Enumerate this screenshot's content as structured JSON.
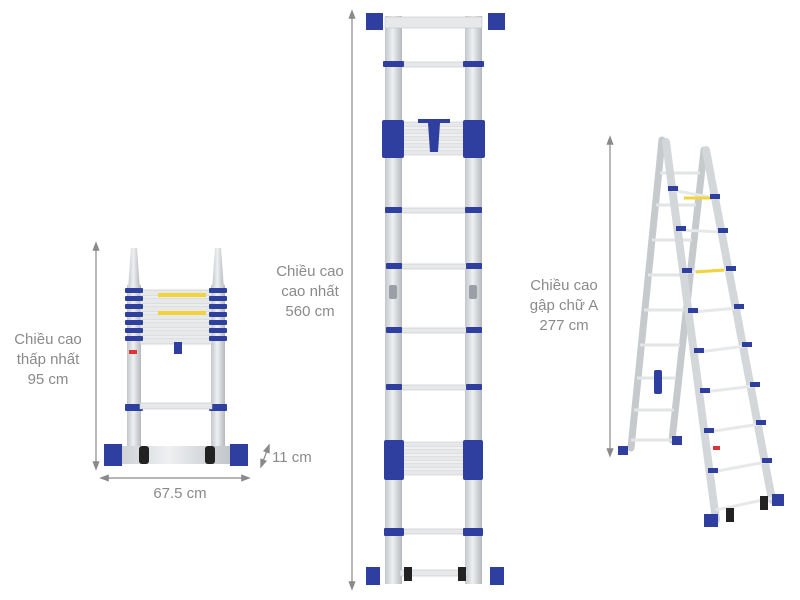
{
  "diagram": {
    "type": "product-dimension-diagram",
    "subject": "telescopic A-frame ladder",
    "colors": {
      "aluminum": "#d8dbde",
      "aluminum_shade": "#b9bdc1",
      "accent_blue": "#2f3fa0",
      "safety_yellow": "#f2d43a",
      "dimension_line": "#8a8a8a",
      "text": "#8a8a8a"
    },
    "views": [
      {
        "id": "folded",
        "caption_lines": [
          "Chiều cao",
          "thấp nhất",
          "95 cm"
        ],
        "width_label": "67.5 cm",
        "depth_label": "11 cm"
      },
      {
        "id": "extended",
        "caption_lines": [
          "Chiều cao",
          "cao nhất",
          "560 cm"
        ]
      },
      {
        "id": "a-frame",
        "caption_lines": [
          "Chiều cao",
          "gập chữ A",
          "277 cm"
        ]
      }
    ]
  }
}
